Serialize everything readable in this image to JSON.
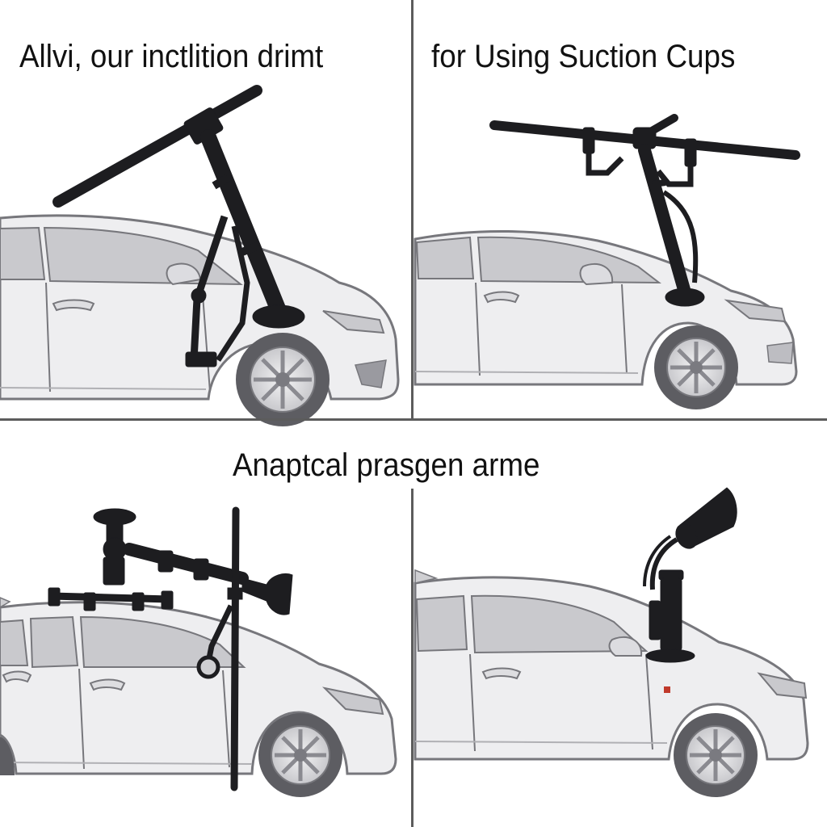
{
  "captions": {
    "top_left": "Allvi, our inctlition drimt",
    "top_right": "for Using Suction Cups",
    "middle": "Anaptcal prasgen arme"
  },
  "colors": {
    "car_body": "#eeeef0",
    "car_line": "#77777c",
    "window": "#c9c9cd",
    "tire": "#5d5d62",
    "rim": "#e4e4e6",
    "mount": "#1d1d20",
    "divider": "#5c5c5c"
  },
  "panels": [
    {
      "id": "panel-top-left",
      "icon": "car-with-t-bar-suction-mount"
    },
    {
      "id": "panel-top-right",
      "icon": "car-with-horizontal-bar-suction-mount"
    },
    {
      "id": "panel-bottom-left",
      "icon": "car-with-pole-and-arm-mount"
    },
    {
      "id": "panel-bottom-right",
      "icon": "car-with-single-suction-cup-mount"
    }
  ]
}
